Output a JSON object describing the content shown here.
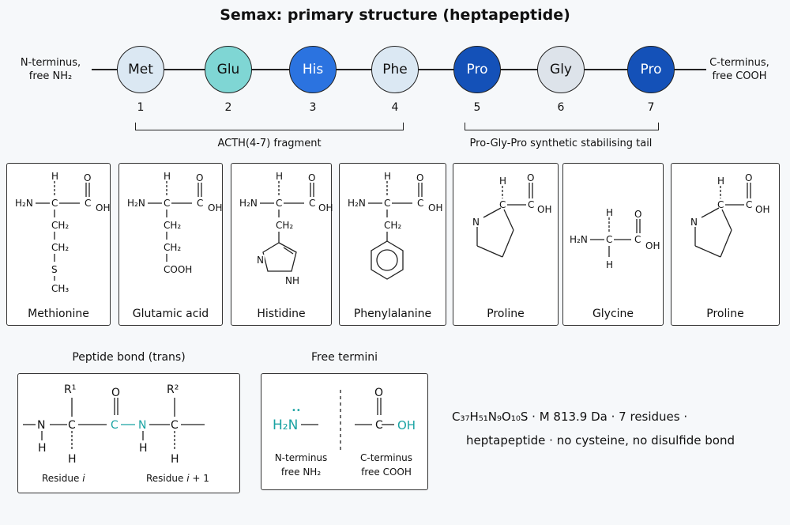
{
  "title": "Semax: primary structure (heptapeptide)",
  "chain": {
    "n_terminus": [
      "N-terminus,",
      "free NH₂"
    ],
    "c_terminus": [
      "C-terminus,",
      "free COOH"
    ],
    "residues": [
      {
        "code": "Met",
        "num": "1",
        "fill": "#dbe8f3",
        "text_color": "#111111"
      },
      {
        "code": "Glu",
        "num": "2",
        "fill": "#7fd6d4",
        "text_color": "#111111"
      },
      {
        "code": "His",
        "num": "3",
        "fill": "#2b73e0",
        "text_color": "#ffffff"
      },
      {
        "code": "Phe",
        "num": "4",
        "fill": "#dbe8f3",
        "text_color": "#111111"
      },
      {
        "code": "Pro",
        "num": "5",
        "fill": "#1451b8",
        "text_color": "#ffffff"
      },
      {
        "code": "Gly",
        "num": "6",
        "fill": "#dde3ea",
        "text_color": "#111111"
      },
      {
        "code": "Pro",
        "num": "7",
        "fill": "#1451b8",
        "text_color": "#ffffff"
      }
    ],
    "fragments": [
      {
        "label": "ACTH(4-7) fragment"
      },
      {
        "label": "Pro-Gly-Pro synthetic stabilising tail"
      }
    ]
  },
  "structures": [
    {
      "name": "Methionine",
      "atoms": [
        "H",
        "O",
        "H₂N",
        "C",
        "C",
        "OH",
        "CH₂",
        "CH₂",
        "S",
        "CH₃"
      ]
    },
    {
      "name": "Glutamic acid",
      "atoms": [
        "H",
        "O",
        "H₂N",
        "C",
        "C",
        "OH",
        "CH₂",
        "CH₂",
        "COOH"
      ]
    },
    {
      "name": "Histidine",
      "atoms": [
        "H",
        "O",
        "H₂N",
        "C",
        "C",
        "OH",
        "CH₂",
        "N",
        "NH"
      ]
    },
    {
      "name": "Phenylalanine",
      "atoms": [
        "H",
        "O",
        "H₂N",
        "C",
        "C",
        "OH",
        "CH₂"
      ]
    },
    {
      "name": "Proline",
      "atoms": [
        "H",
        "O",
        "N",
        "C",
        "C",
        "OH"
      ]
    },
    {
      "name": "Glycine",
      "atoms": [
        "H",
        "O",
        "H₂N",
        "C",
        "C",
        "OH",
        "H"
      ]
    },
    {
      "name": "Proline",
      "atoms": [
        "H",
        "O",
        "N",
        "C",
        "C",
        "OH"
      ]
    }
  ],
  "peptide_bond": {
    "title": "Peptide bond (trans)",
    "atoms": [
      "R¹",
      "R²",
      "O",
      "N",
      "C",
      "C",
      "N",
      "C",
      "H",
      "H",
      "H",
      "H"
    ],
    "residue_left": "Residue",
    "residue_left_var": "i",
    "residue_right": "Residue",
    "residue_right_var": "i",
    "residue_right_suffix": "+ 1",
    "highlight_color": "#1aa3a3"
  },
  "free_termini": {
    "title": "Free termini",
    "n_formula": "H₂N",
    "n_dots": "••",
    "c_atoms": [
      "O",
      "C",
      "OH"
    ],
    "n_label": [
      "N-terminus",
      "free NH₂"
    ],
    "c_label": [
      "C-terminus",
      "free COOH"
    ],
    "accent_color": "#1aa3a3"
  },
  "summary": {
    "line1": "C₃₇H₅₁N₉O₁₀S  ·  M 813.9 Da  ·  7 residues  ·",
    "line2": "heptapeptide  ·  no cysteine, no disulfide bond"
  }
}
